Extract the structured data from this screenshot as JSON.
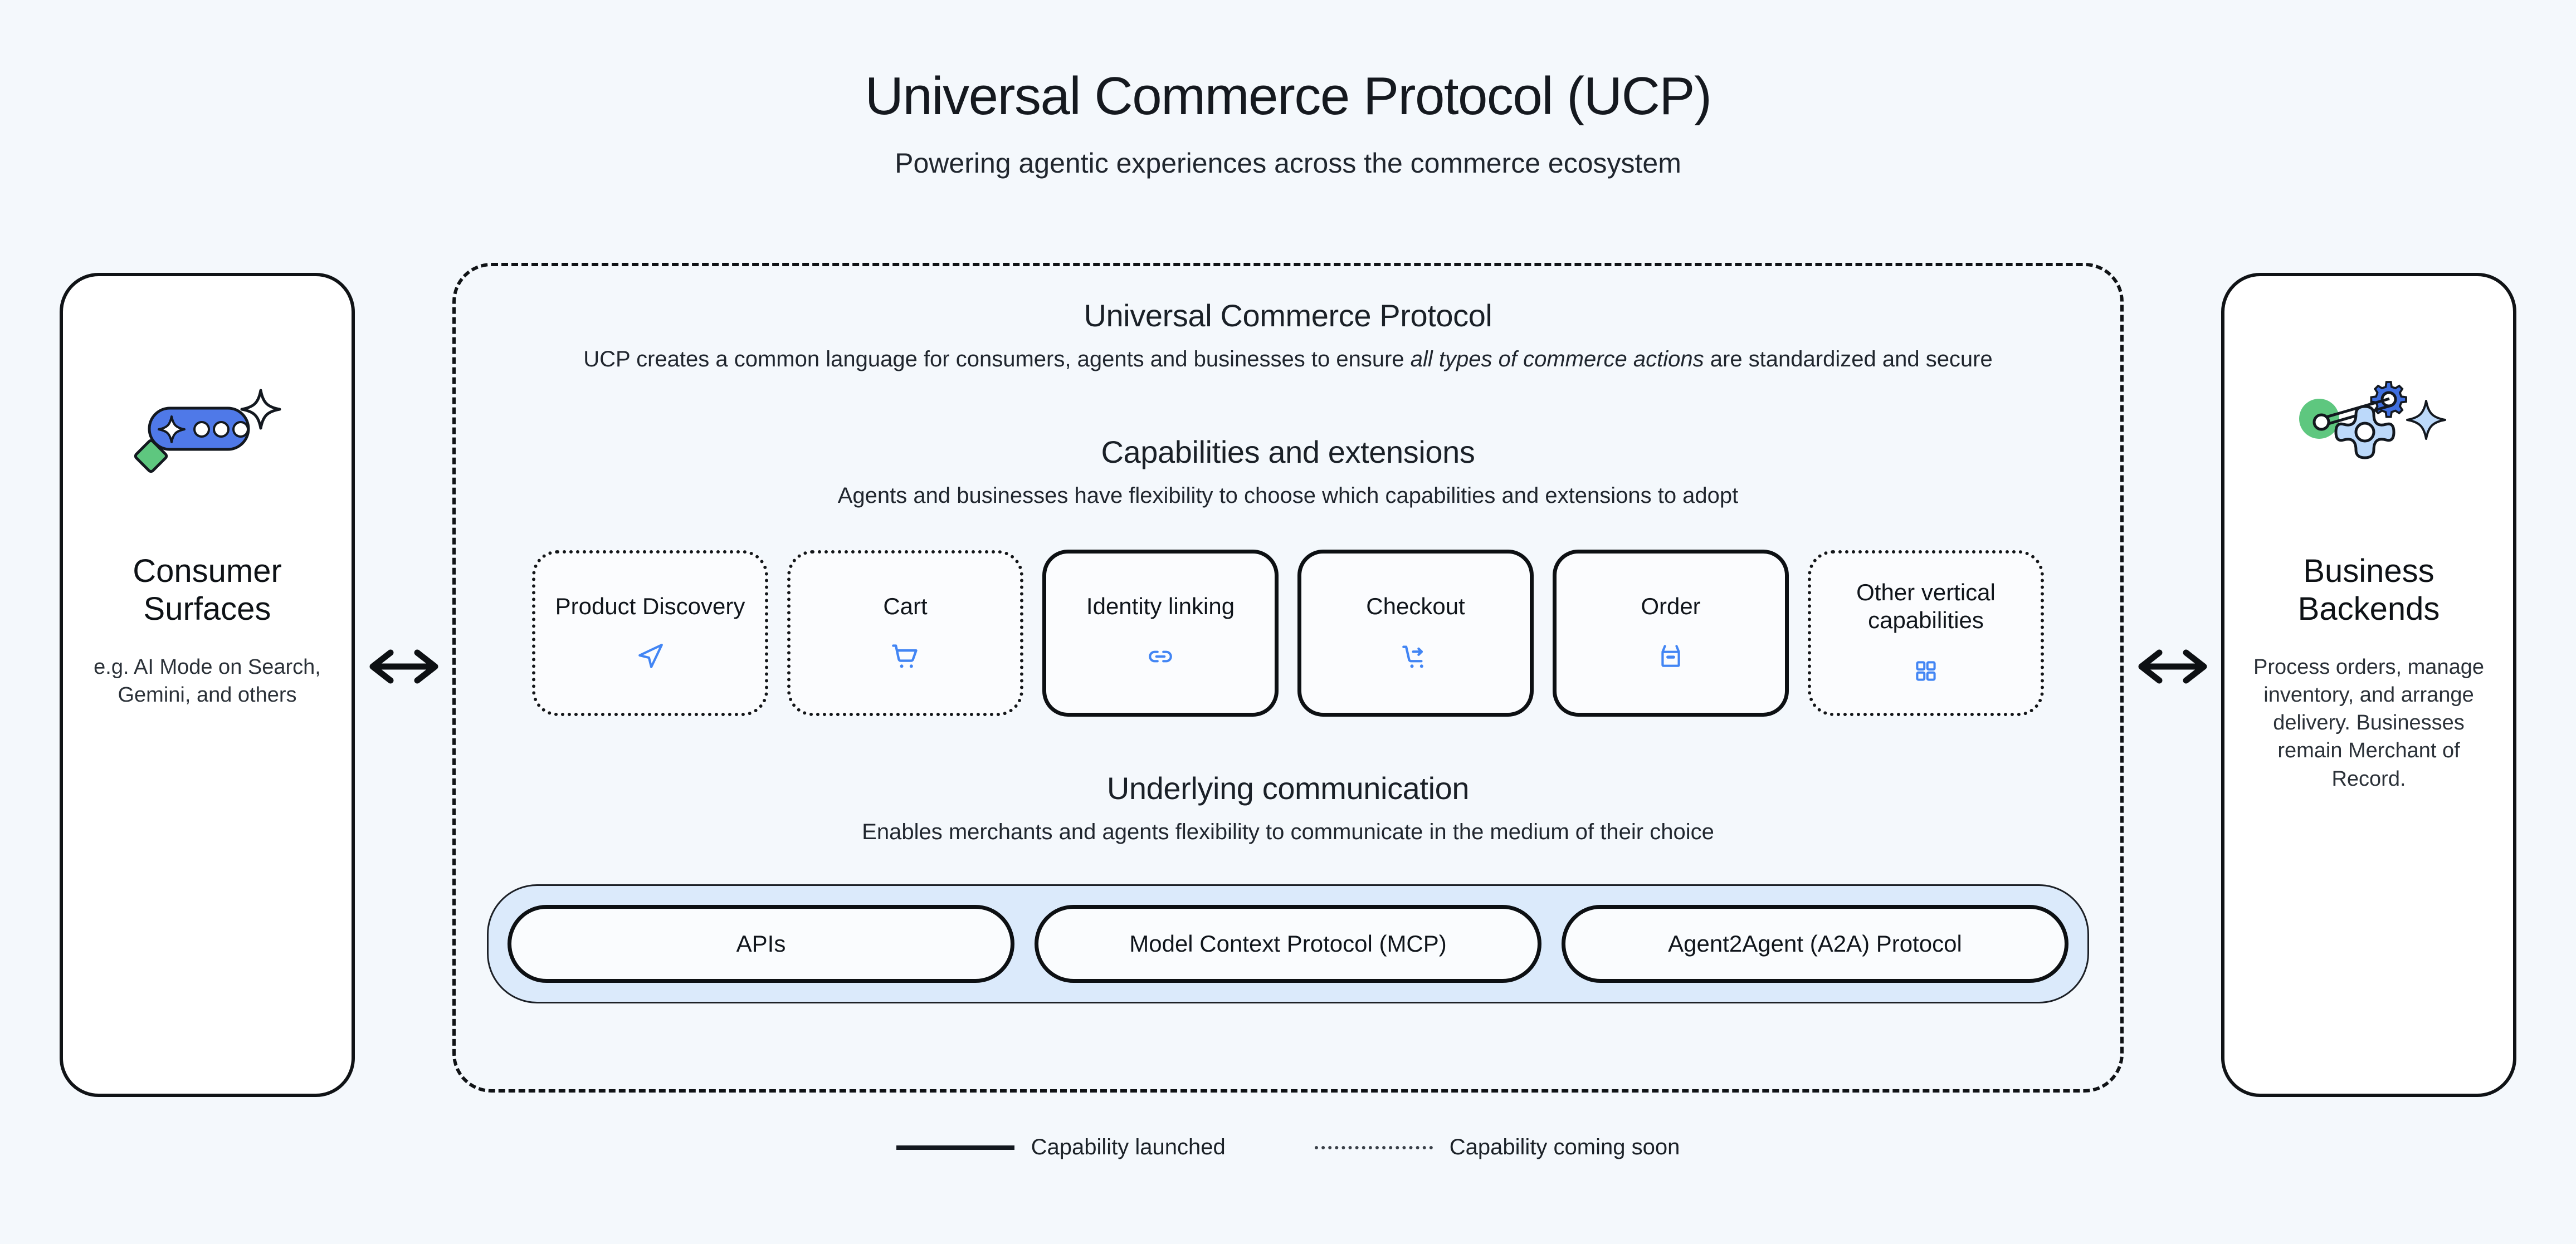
{
  "header": {
    "title": "Universal Commerce Protocol (UCP)",
    "subtitle": "Powering agentic experiences across the commerce ecosystem"
  },
  "left_panel": {
    "icon": "ai-chat-sparkle-icon",
    "title": "Consumer Surfaces",
    "description": "e.g. AI Mode on Search, Gemini, and others"
  },
  "right_panel": {
    "icon": "gears-backend-icon",
    "title": "Business Backends",
    "description": "Process orders, manage inventory, and arrange delivery. Businesses remain Merchant of Record."
  },
  "protocol": {
    "title": "Universal Commerce Protocol",
    "description_part1": "UCP creates a common language for consumers, agents and businesses to ensure ",
    "description_emphasis": "all types of commerce actions",
    "description_part2": " are standardized and secure",
    "capabilities_section": {
      "title": "Capabilities and extensions",
      "description": "Agents and businesses have flexibility to choose which capabilities and extensions to adopt",
      "cards": [
        {
          "label": "Product Discovery",
          "status": "coming",
          "icon": "navigation-arrow-icon"
        },
        {
          "label": "Cart",
          "status": "coming",
          "icon": "shopping-cart-icon"
        },
        {
          "label": "Identity linking",
          "status": "launched",
          "icon": "link-icon"
        },
        {
          "label": "Checkout",
          "status": "launched",
          "icon": "cart-checkout-icon"
        },
        {
          "label": "Order",
          "status": "launched",
          "icon": "package-box-icon"
        },
        {
          "label": "Other vertical capabilities",
          "status": "coming",
          "icon": "grid-apps-icon"
        }
      ]
    },
    "communication_section": {
      "title": "Underlying communication",
      "description": "Enables merchants and agents flexibility to communicate in the medium of their choice",
      "pills": [
        {
          "label": "APIs"
        },
        {
          "label": "Model Context Protocol (MCP)"
        },
        {
          "label": "Agent2Agent (A2A) Protocol"
        }
      ]
    }
  },
  "legend": [
    {
      "style": "solid",
      "label": "Capability launched"
    },
    {
      "style": "dotted",
      "label": "Capability coming soon"
    }
  ],
  "colors": {
    "page_background": "#f4f8fc",
    "icon_blue": "#4285f4",
    "accent_blue_fill": "#4f79e8",
    "accent_green": "#5ec77f",
    "comm_band": "#dbeafb",
    "stroke": "#101316"
  }
}
